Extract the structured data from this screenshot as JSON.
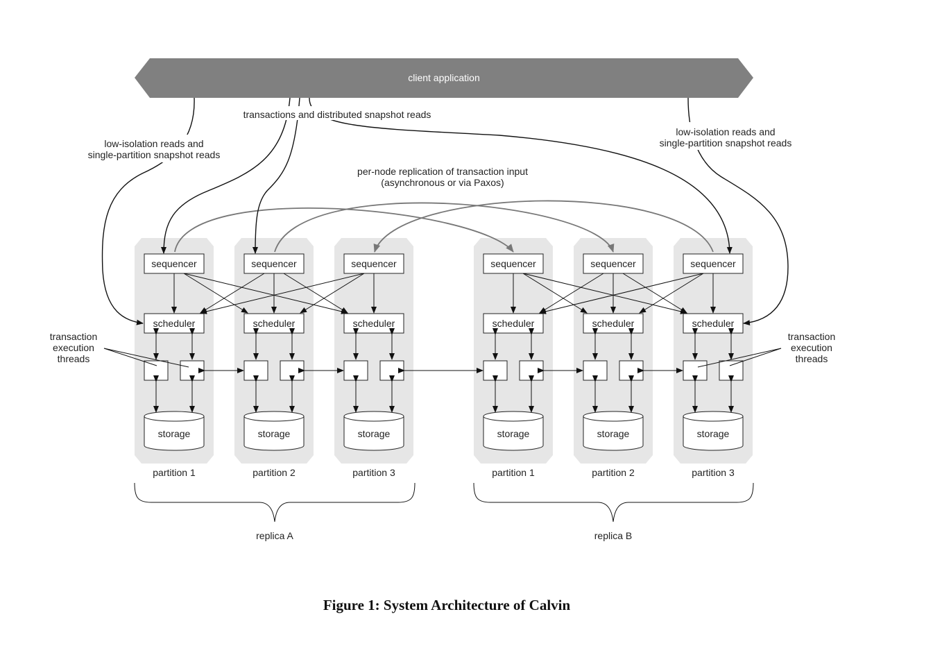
{
  "client": {
    "label": "client application"
  },
  "flows": {
    "txn_reads": "transactions and distributed snapshot reads",
    "low_iso_left": [
      "low-isolation reads and",
      "single-partition snapshot reads"
    ],
    "low_iso_right": [
      "low-isolation reads and",
      "single-partition snapshot reads"
    ],
    "replication": [
      "per-node replication of transaction input",
      "(asynchronous or via Paxos)"
    ]
  },
  "node": {
    "sequencer": "sequencer",
    "scheduler": "scheduler",
    "storage": "storage"
  },
  "threads_left": [
    "transaction",
    "execution",
    "threads"
  ],
  "threads_right": [
    "transaction",
    "execution",
    "threads"
  ],
  "replicas": [
    {
      "name": "replica A",
      "partitions": [
        "partition 1",
        "partition 2",
        "partition 3"
      ]
    },
    {
      "name": "replica B",
      "partitions": [
        "partition 1",
        "partition 2",
        "partition 3"
      ]
    }
  ],
  "caption": "Figure 1: System Architecture of Calvin",
  "colors": {
    "client_bar": "#808080",
    "partition_bg": "#e6e6e6",
    "replication_arrow": "#777777",
    "line": "#111111"
  }
}
